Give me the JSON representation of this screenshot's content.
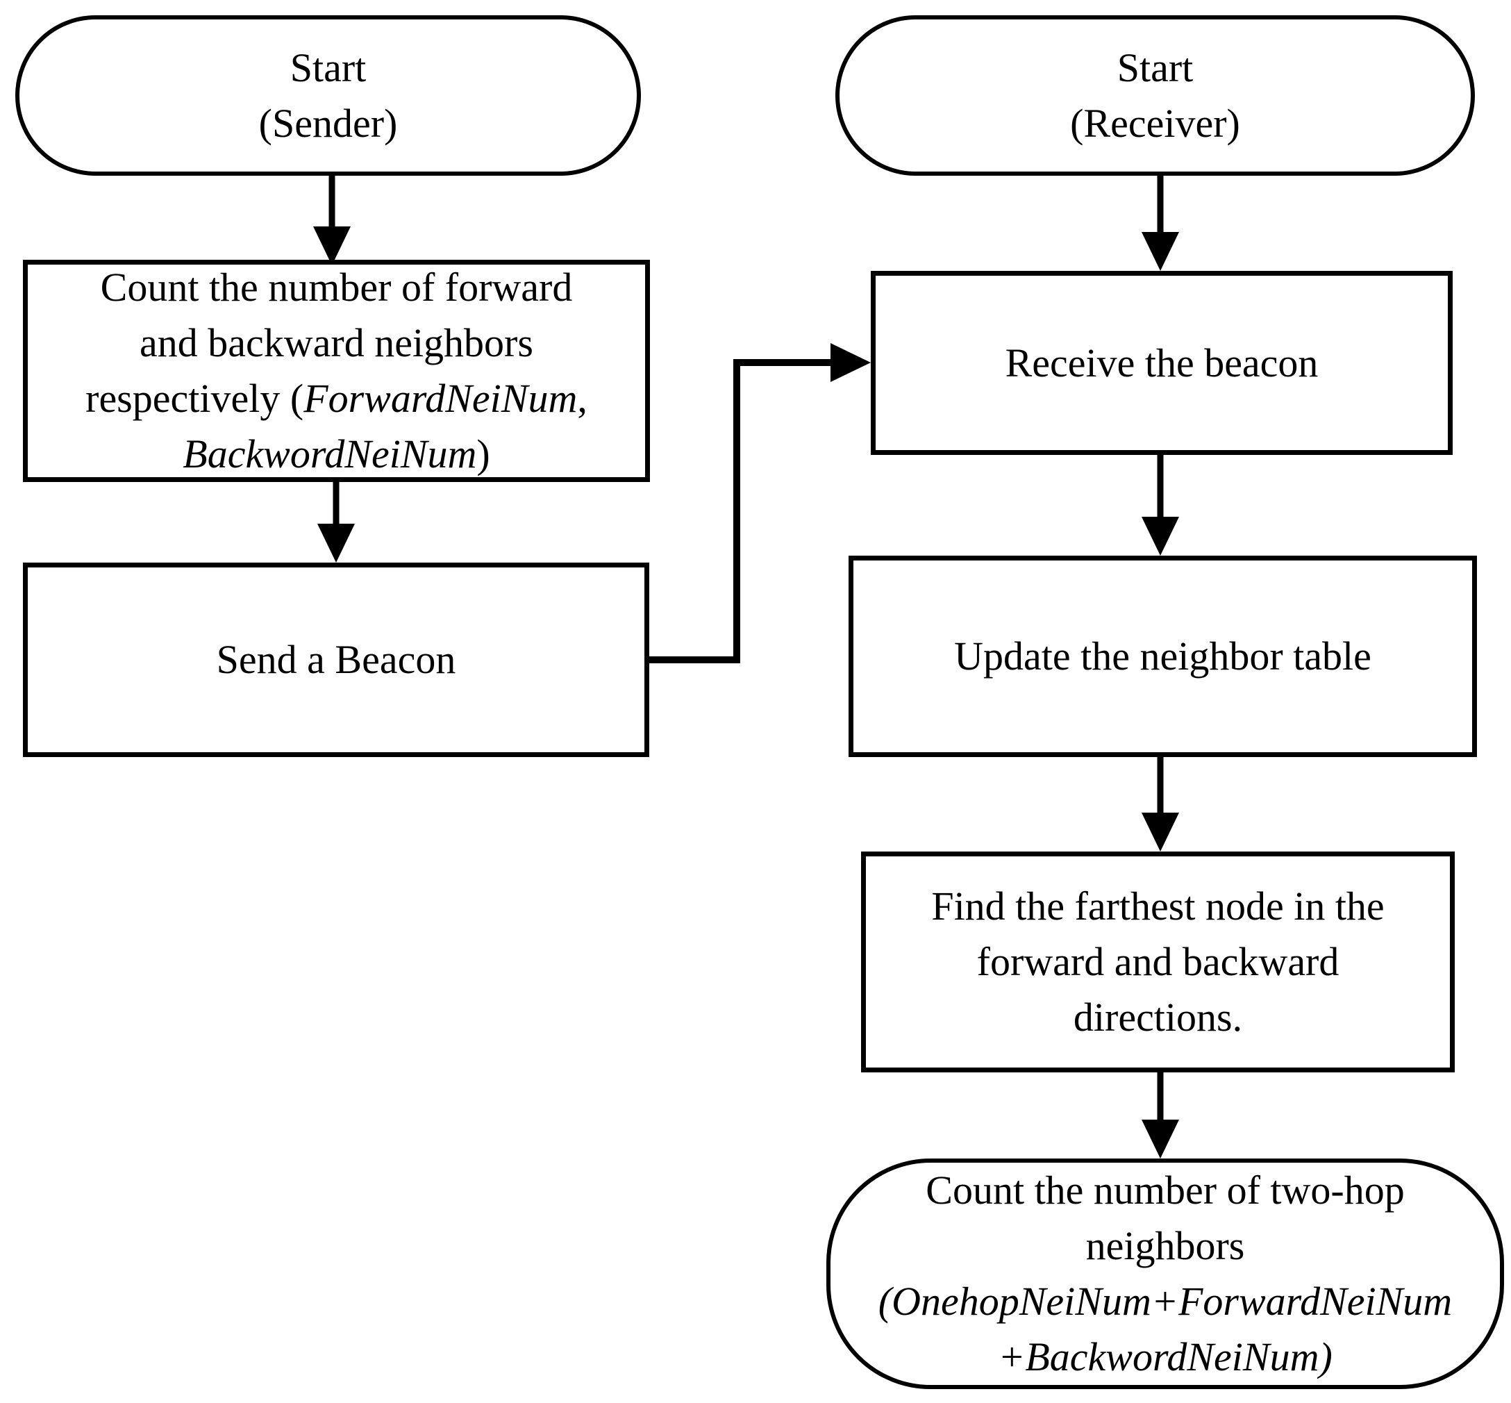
{
  "colors": {
    "stroke": "#000000",
    "text": "#000000",
    "background": "#ffffff"
  },
  "sender": {
    "start": {
      "line1": "Start",
      "line2": "(Sender)"
    },
    "count": {
      "line1": "Count the number of forward",
      "line2": "and backward neighbors",
      "line3_prefix": "respectively (",
      "line3_var": "ForwardNeiNum",
      "line3_suffix": ",",
      "line4_var": "BackwordNeiNum",
      "line4_suffix": ")"
    },
    "send": {
      "line1": "Send a Beacon"
    }
  },
  "receiver": {
    "start": {
      "line1": "Start",
      "line2": "(Receiver)"
    },
    "receive": {
      "line1": "Receive the beacon"
    },
    "update": {
      "line1": "Update the neighbor table"
    },
    "find": {
      "line1": "Find the farthest node in the",
      "line2": "forward and backward",
      "line3": "directions."
    },
    "count_twohop": {
      "line1": "Count the number of two-hop",
      "line2": "neighbors",
      "line3_italic": "(OnehopNeiNum+ForwardNeiNum",
      "line4_italic": "+BackwordNeiNum)"
    }
  },
  "edges": [
    {
      "from": "start-sender",
      "to": "count-neighbors"
    },
    {
      "from": "count-neighbors",
      "to": "send-beacon"
    },
    {
      "from": "send-beacon",
      "to": "receive-beacon"
    },
    {
      "from": "start-receiver",
      "to": "receive-beacon"
    },
    {
      "from": "receive-beacon",
      "to": "update-neighbor-table"
    },
    {
      "from": "update-neighbor-table",
      "to": "find-farthest-node"
    },
    {
      "from": "find-farthest-node",
      "to": "count-twohop-neighbors"
    }
  ]
}
